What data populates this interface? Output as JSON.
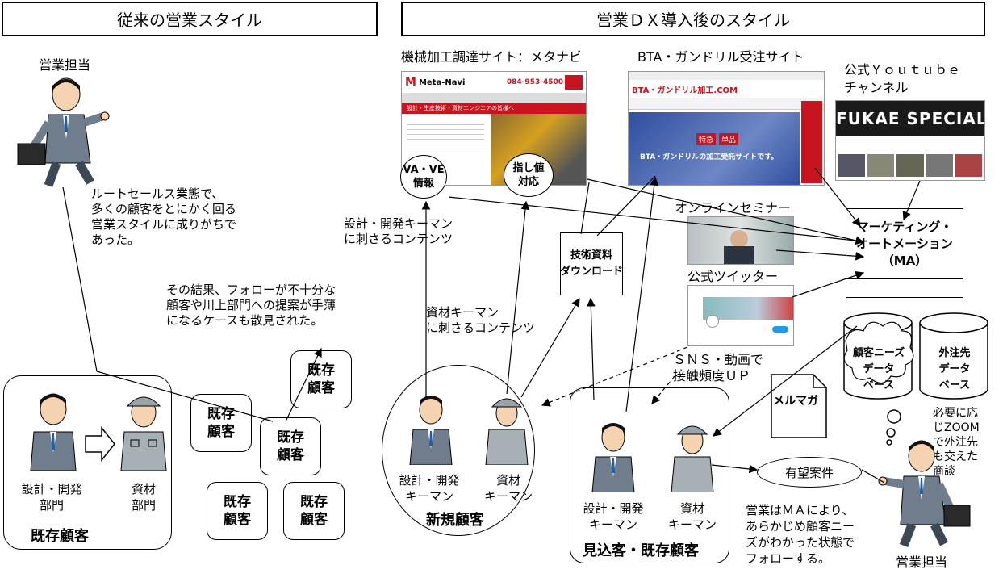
{
  "left_header": "従来の営業スタイル",
  "right_header": "営業ＤＸ導入後のスタイル",
  "left": {
    "sales_label": "営業担当",
    "route_text": [
      "ルートセールス業態で、",
      "多くの顧客をとにかく回る",
      "営業スタイルに成りがちで",
      "あった。"
    ],
    "result_text": [
      "その結果、フォローが不十分な",
      "顧客や川上部門への提案が手薄",
      "になるケースも散見された。"
    ],
    "design_dept": [
      "設計・開発",
      "部門"
    ],
    "material_dept": [
      "資材",
      "部門"
    ],
    "group_label": "既存顧客",
    "existing_boxes": [
      "既存\n顧客",
      "既存\n顧客",
      "既存\n顧客",
      "既存\n顧客",
      "既存\n顧客"
    ]
  },
  "right": {
    "site1_title": "機械加工調達サイト：メタナビ",
    "site2_title": "BTA・ガンドリル受注サイト",
    "youtube_title": [
      "公式Ｙｏｕｔｕｂｅ",
      "チャンネル"
    ],
    "va_ve": "VA・VE\n情報",
    "sashine": "指し値\n対応",
    "seminar_title": "オンラインセミナー",
    "twitter_title": "公式ツイッター",
    "ma_label": [
      "マーケティング・",
      "オートメーション",
      "（MA）"
    ],
    "db1": "顧客ニーズ\nデータ\nベース",
    "db2": "外注先\nデータ\nベース",
    "tech_doc": "技術資料\nダウンロード",
    "keyman_design_content": [
      "設計・開発キーマン",
      "に刺さるコンテンツ"
    ],
    "keyman_material_content": [
      "資材キーマン",
      "に刺さるコンテンツ"
    ],
    "sns_text": [
      "ＳＮＳ・動画で",
      "接触頻度ＵＰ"
    ],
    "mailmag": "メルマガ",
    "new_design": [
      "設計・開発",
      "キーマン"
    ],
    "new_material": [
      "資材",
      "キーマン"
    ],
    "new_group": "新規顧客",
    "prospect_design": [
      "設計・開発",
      "キーマン"
    ],
    "prospect_material": [
      "資材",
      "キーマン"
    ],
    "prospect_group": "見込客・既存顧客",
    "promising": "有望案件",
    "zoom_text": [
      "必要に応",
      "じZOOM",
      "で外注先",
      "も交えた",
      "商談"
    ],
    "follow_text": [
      "営業はＭＡにより、",
      "あらかじめ顧客ニー",
      "ズがわかった状態で",
      "フォローする。"
    ],
    "sales_label": "営業担当"
  },
  "site_texts": {
    "metanavi_logo": "Meta-Navi",
    "metanavi_phone": "084-953-4500",
    "metanavi_banner": "設計・生産技術・資材エンジニアの皆様へ",
    "bta_logo": "BTA・ガンドリル加工.COM",
    "bta_tokka": "特急",
    "bta_tanpin": "単品",
    "bta_caption": "BTA・ガンドリルの加工受託サイトです。",
    "yt_banner": "FUKAE SPECIAL",
    "colors": {
      "metanavi_red": "#c8141e",
      "bta_blue": "#2f4f9e",
      "yt_dark": "#1a1a1a"
    }
  }
}
